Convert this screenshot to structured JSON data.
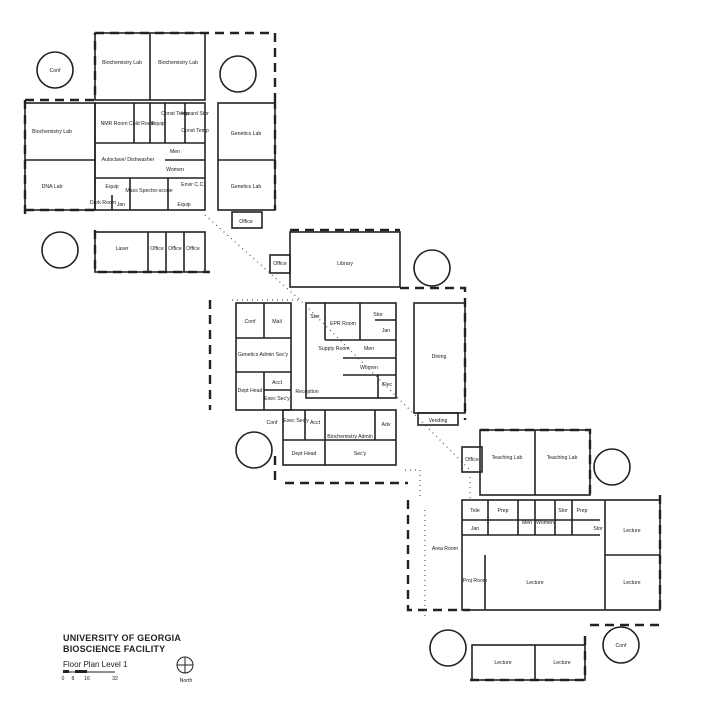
{
  "title": {
    "line1": "UNIVERSITY OF GEORGIA",
    "line2": "BIOSCIENCE FACILITY",
    "subtitle": "Floor Plan Level 1"
  },
  "scale": {
    "ticks": [
      "0",
      "8",
      "16",
      "32"
    ]
  },
  "north": {
    "label": "North"
  },
  "rooms": {
    "biochem_lab_a": "Biochemistry Lab",
    "biochem_lab_b": "Biochemistry Lab",
    "biochem_lab_w": "Biochemistry Lab",
    "conf_nw": "Conf",
    "nmr": "NMR Room",
    "cold": "Cold Room",
    "equip_top": "Equip",
    "const_temp_a": "Const Temp",
    "hazard": "Hazard Stor",
    "const_temp_b": "Const Temp",
    "genetics_lab_a": "Genetics Lab",
    "genetics_lab_b": "Genetics Lab",
    "autoclave": "Autoclave/ Dishwasher",
    "men_a": "Men",
    "women_a": "Women",
    "dna": "DNA Lab",
    "equip_mid": "Equip",
    "mass": "Mass Spectro-scope",
    "envir": "Envir C.C.",
    "dark": "Dark Room",
    "jan_a": "Jan",
    "equip_low": "Equip",
    "office_a": "Office",
    "laser": "Laser",
    "office_b": "Office",
    "office_c": "Office",
    "office_d": "Office",
    "office_e": "Office",
    "library": "Library",
    "conf_mid": "Conf",
    "mail": "Mail",
    "stor_a": "Stor",
    "epr": "EPR Room",
    "stor_b": "Stor",
    "jan_b": "Jan",
    "genetics_admin": "Genetics Admin Sec'y",
    "supply": "Supply Room",
    "men_b": "Men",
    "dining": "Dining",
    "women_b": "Women",
    "dept_head_a": "Dept Head",
    "acct_a": "Acct",
    "exec_sec_a": "Exec Sec'y",
    "reception": "Reception",
    "elec": "Elec",
    "conf_sw": "Conf",
    "exec_sec_b": "Exec Sec'y",
    "acct_b": "Acct",
    "biochem_admin": "Biochemistry Admin",
    "adv": "Adv",
    "vending": "Vending",
    "dept_head_b": "Dept Head",
    "sec_b": "Sec'y",
    "office_f": "Office",
    "teaching_lab_a": "Teaching Lab",
    "teaching_lab_b": "Teaching Lab",
    "tele": "Tele",
    "prep_a": "Prep",
    "men_c": "Men",
    "women_c": "Women",
    "stor_c": "Stor",
    "prep_b": "Prep",
    "stor_d": "Stor",
    "jan_c": "Jan",
    "lecture_a": "Lecture",
    "lecture_b": "Lecture",
    "area_room": "Area Room",
    "proj": "Proj Room",
    "lecture_main": "Lecture",
    "conf_se": "Conf",
    "lecture_c": "Lecture",
    "lecture_d": "Lecture"
  }
}
